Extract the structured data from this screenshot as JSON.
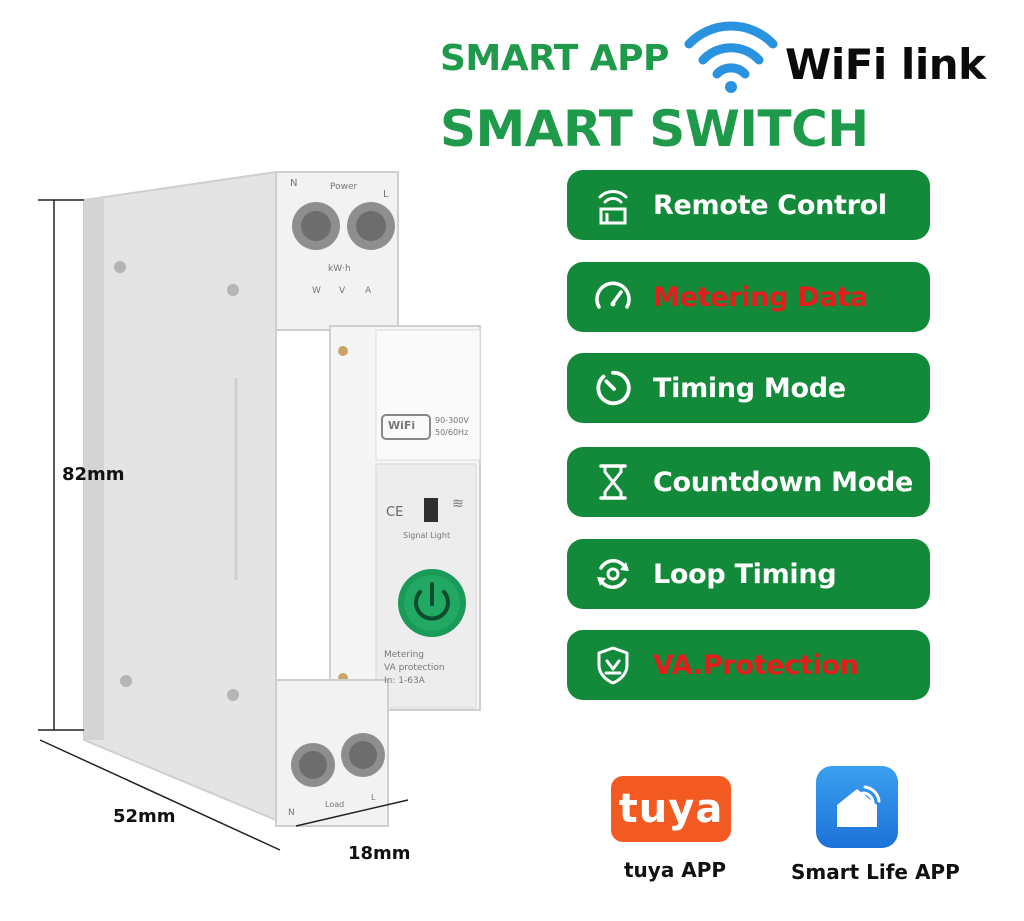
{
  "header": {
    "smart_app": "SMART APP",
    "wifi_link": "WiFi link",
    "smart_switch": "SMART SWITCH"
  },
  "features": [
    {
      "label": "Remote Control",
      "icon": "remote-control-icon",
      "color": "#ffffff"
    },
    {
      "label": "Metering Data",
      "icon": "gauge-icon",
      "color": "#e51c1c"
    },
    {
      "label": "Timing Mode",
      "icon": "timer-icon",
      "color": "#ffffff"
    },
    {
      "label": "Countdown Mode",
      "icon": "hourglass-icon",
      "color": "#ffffff"
    },
    {
      "label": "Loop Timing",
      "icon": "loop-icon",
      "color": "#ffffff"
    },
    {
      "label": "VA.Protection",
      "icon": "shield-icon",
      "color": "#e51c1c"
    }
  ],
  "dimensions": {
    "height": "82mm",
    "depth": "52mm",
    "width": "18mm"
  },
  "device": {
    "top_n": "N",
    "top_power": "Power",
    "top_l": "L",
    "kwh": "kW·h",
    "w": "W",
    "v": "V",
    "a": "A",
    "wifi_badge": "WiFi",
    "voltage": "90-300V",
    "freq": "50/60Hz",
    "ce": "CE",
    "signal_light": "Signal Light",
    "metering": "Metering",
    "va_protection": "VA protection",
    "current": "In: 1-63A",
    "bottom_n": "N",
    "bottom_load": "Load",
    "bottom_l": "L"
  },
  "apps": [
    {
      "label": "tuya APP",
      "logo_text": "tuya"
    },
    {
      "label": "Smart Life APP"
    }
  ],
  "colors": {
    "brand_green": "#1f9a4a",
    "pill_green": "#138a3a",
    "accent_red": "#e51c1c",
    "tuya_orange": "#f25a22",
    "smartlife_blue": "#2a86e6"
  }
}
